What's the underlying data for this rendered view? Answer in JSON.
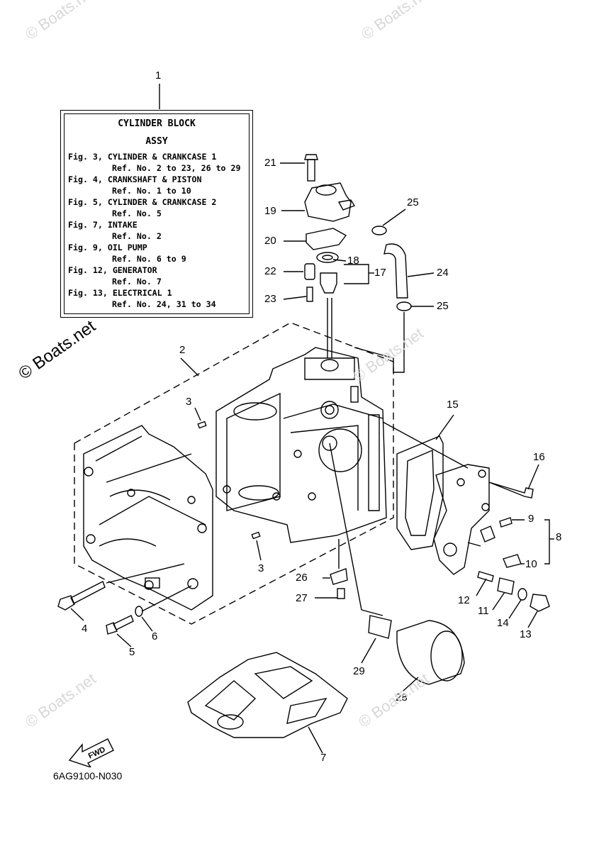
{
  "info_box": {
    "title_1": "CYLINDER BLOCK",
    "title_2": "ASSY",
    "lines": [
      "Fig. 3, CYLINDER & CRANKCASE 1",
      "Ref. No. 2 to 23, 26 to 29",
      "Fig. 4, CRANKSHAFT & PISTON",
      "Ref. No. 1 to 10",
      "Fig. 5, CYLINDER & CRANKCASE 2",
      "Ref. No. 5",
      "Fig. 7, INTAKE",
      "Ref. No. 2",
      "Fig. 9, OIL PUMP",
      "Ref. No. 6 to 9",
      "Fig. 12, GENERATOR",
      "Ref. No. 7",
      "Fig. 13, ELECTRICAL 1",
      "Ref. No. 24, 31 to 34"
    ]
  },
  "callouts": [
    "1",
    "2",
    "3",
    "3",
    "4",
    "5",
    "6",
    "7",
    "8",
    "9",
    "10",
    "11",
    "12",
    "13",
    "14",
    "15",
    "16",
    "17",
    "18",
    "19",
    "20",
    "21",
    "22",
    "23",
    "24",
    "25",
    "25",
    "26",
    "27",
    "28",
    "29"
  ],
  "diagram_code": "6AG9100-N030",
  "fwd_label": "FWD",
  "watermark": "© Boats.net",
  "watermark_faint": "© Boats.net"
}
